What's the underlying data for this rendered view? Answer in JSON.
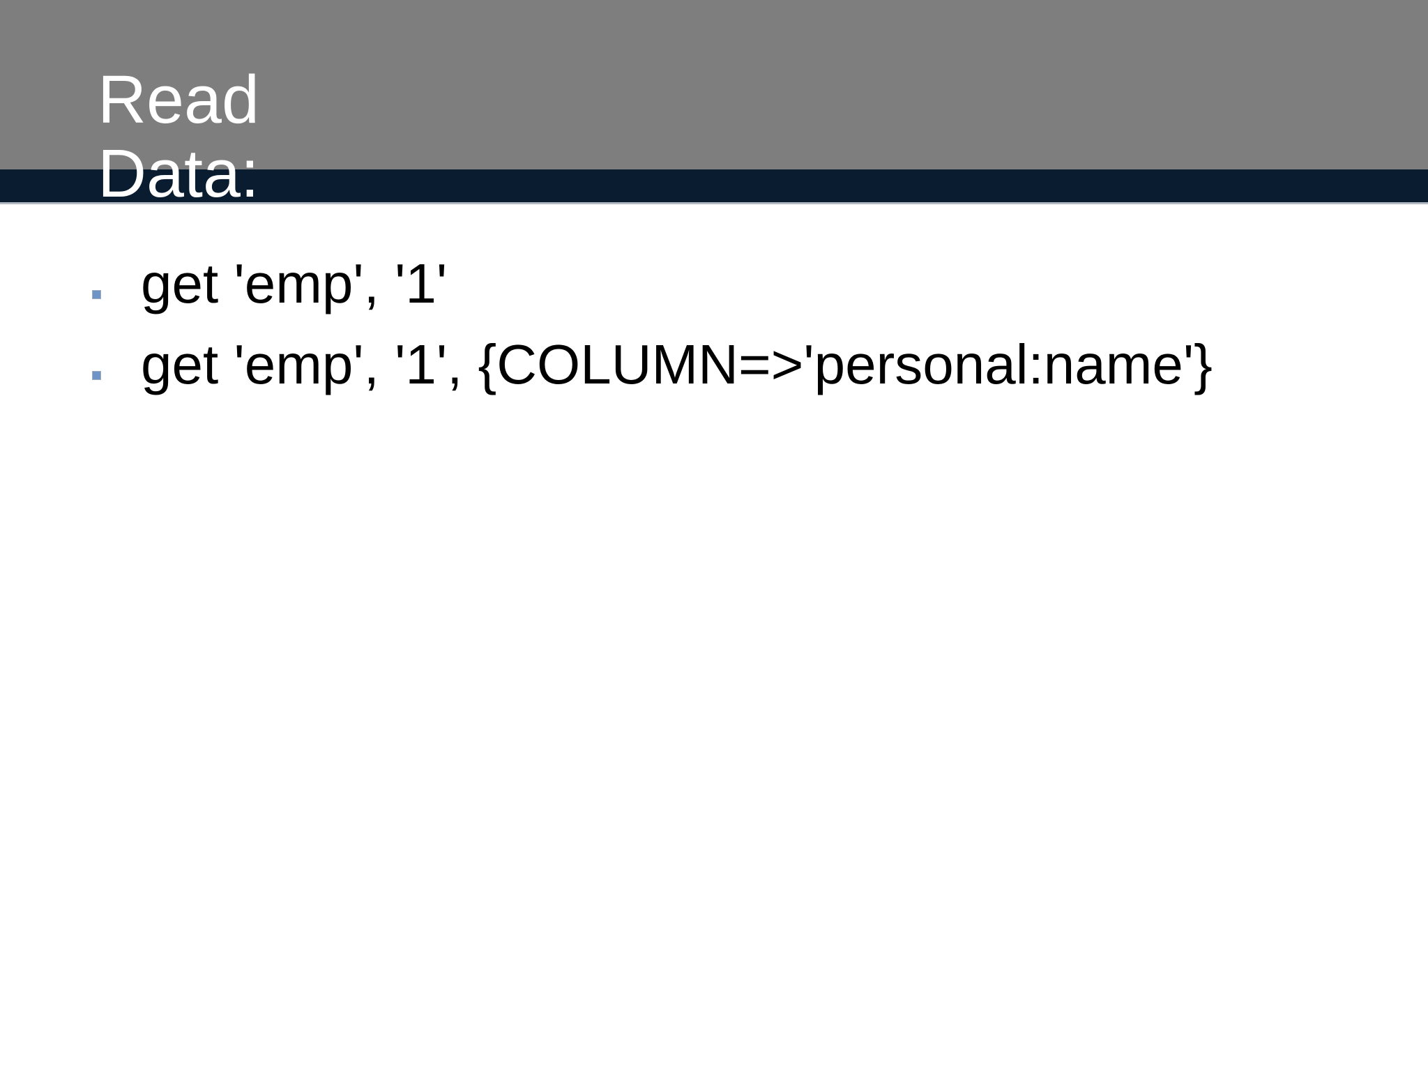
{
  "slide": {
    "title": "Read Data:",
    "bullets": [
      "get 'emp', '1'",
      "get 'emp', '1', {COLUMN=>'personal:name'}"
    ]
  },
  "colors": {
    "header-gray": "#7E7E7E",
    "accent-navy": "#0A1D30",
    "divider": "#B4BAC4",
    "bullet-blue": "#6D93C7",
    "title-text": "#FFFFFF",
    "body-text": "#000000"
  }
}
